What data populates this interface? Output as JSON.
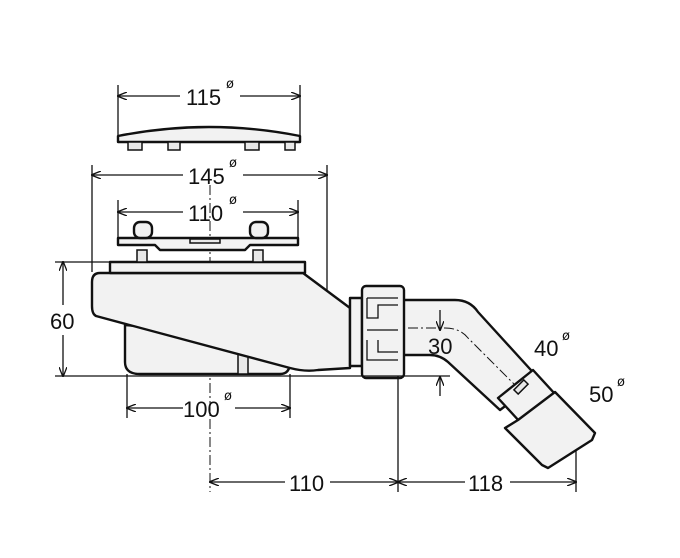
{
  "diagram": {
    "dimensions": {
      "cover_diameter": {
        "value": "115",
        "symbol": "ø"
      },
      "outer_diameter": {
        "value": "145",
        "symbol": "ø"
      },
      "flange_diameter": {
        "value": "110",
        "symbol": "ø"
      },
      "bowl_diameter": {
        "value": "100",
        "symbol": "ø"
      },
      "height": {
        "value": "60"
      },
      "outlet_offset": {
        "value": "30"
      },
      "center_to_nut": {
        "value": "110"
      },
      "nut_to_outlet": {
        "value": "118"
      },
      "outlet_inner_diameter": {
        "value": "40",
        "symbol": "ø"
      },
      "outlet_outer_diameter": {
        "value": "50",
        "symbol": "ø"
      }
    }
  }
}
